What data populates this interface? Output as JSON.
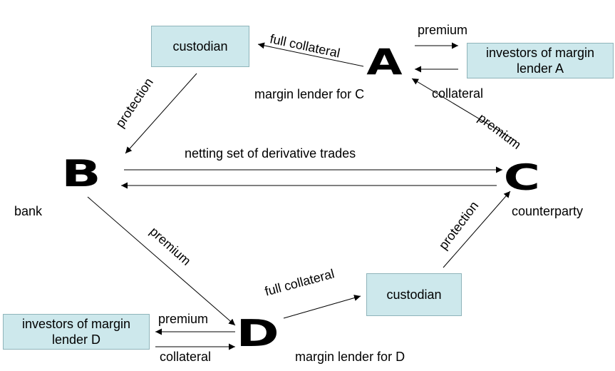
{
  "colors": {
    "box_fill": "#cde8ec",
    "box_border": "#8fb4ba",
    "line": "#000000",
    "text": "#000000"
  },
  "nodes": {
    "A": {
      "letter": "A",
      "caption": "margin lender for C"
    },
    "B": {
      "letter": "B",
      "caption": "bank"
    },
    "C": {
      "letter": "C",
      "caption": "counterparty"
    },
    "D": {
      "letter": "D",
      "caption": "margin lender for D"
    }
  },
  "boxes": {
    "custodian_top": "custodian",
    "custodian_bottom": "custodian",
    "investors_A_line1": "investors of margin",
    "investors_A_line2": "lender A",
    "investors_D_line1": "investors of margin",
    "investors_D_line2": "lender D"
  },
  "edge_labels": {
    "a_to_custodian": "full collateral",
    "a_to_investors": "premium",
    "investors_to_a": "collateral",
    "custodian_to_b": "protection",
    "c_to_a": "premium",
    "b_c_netting": "netting set of derivative trades",
    "b_to_d": "premium",
    "custodian_to_c": "protection",
    "d_to_custodian": "full collateral",
    "d_to_investors": "premium",
    "investors_to_d": "collateral"
  }
}
